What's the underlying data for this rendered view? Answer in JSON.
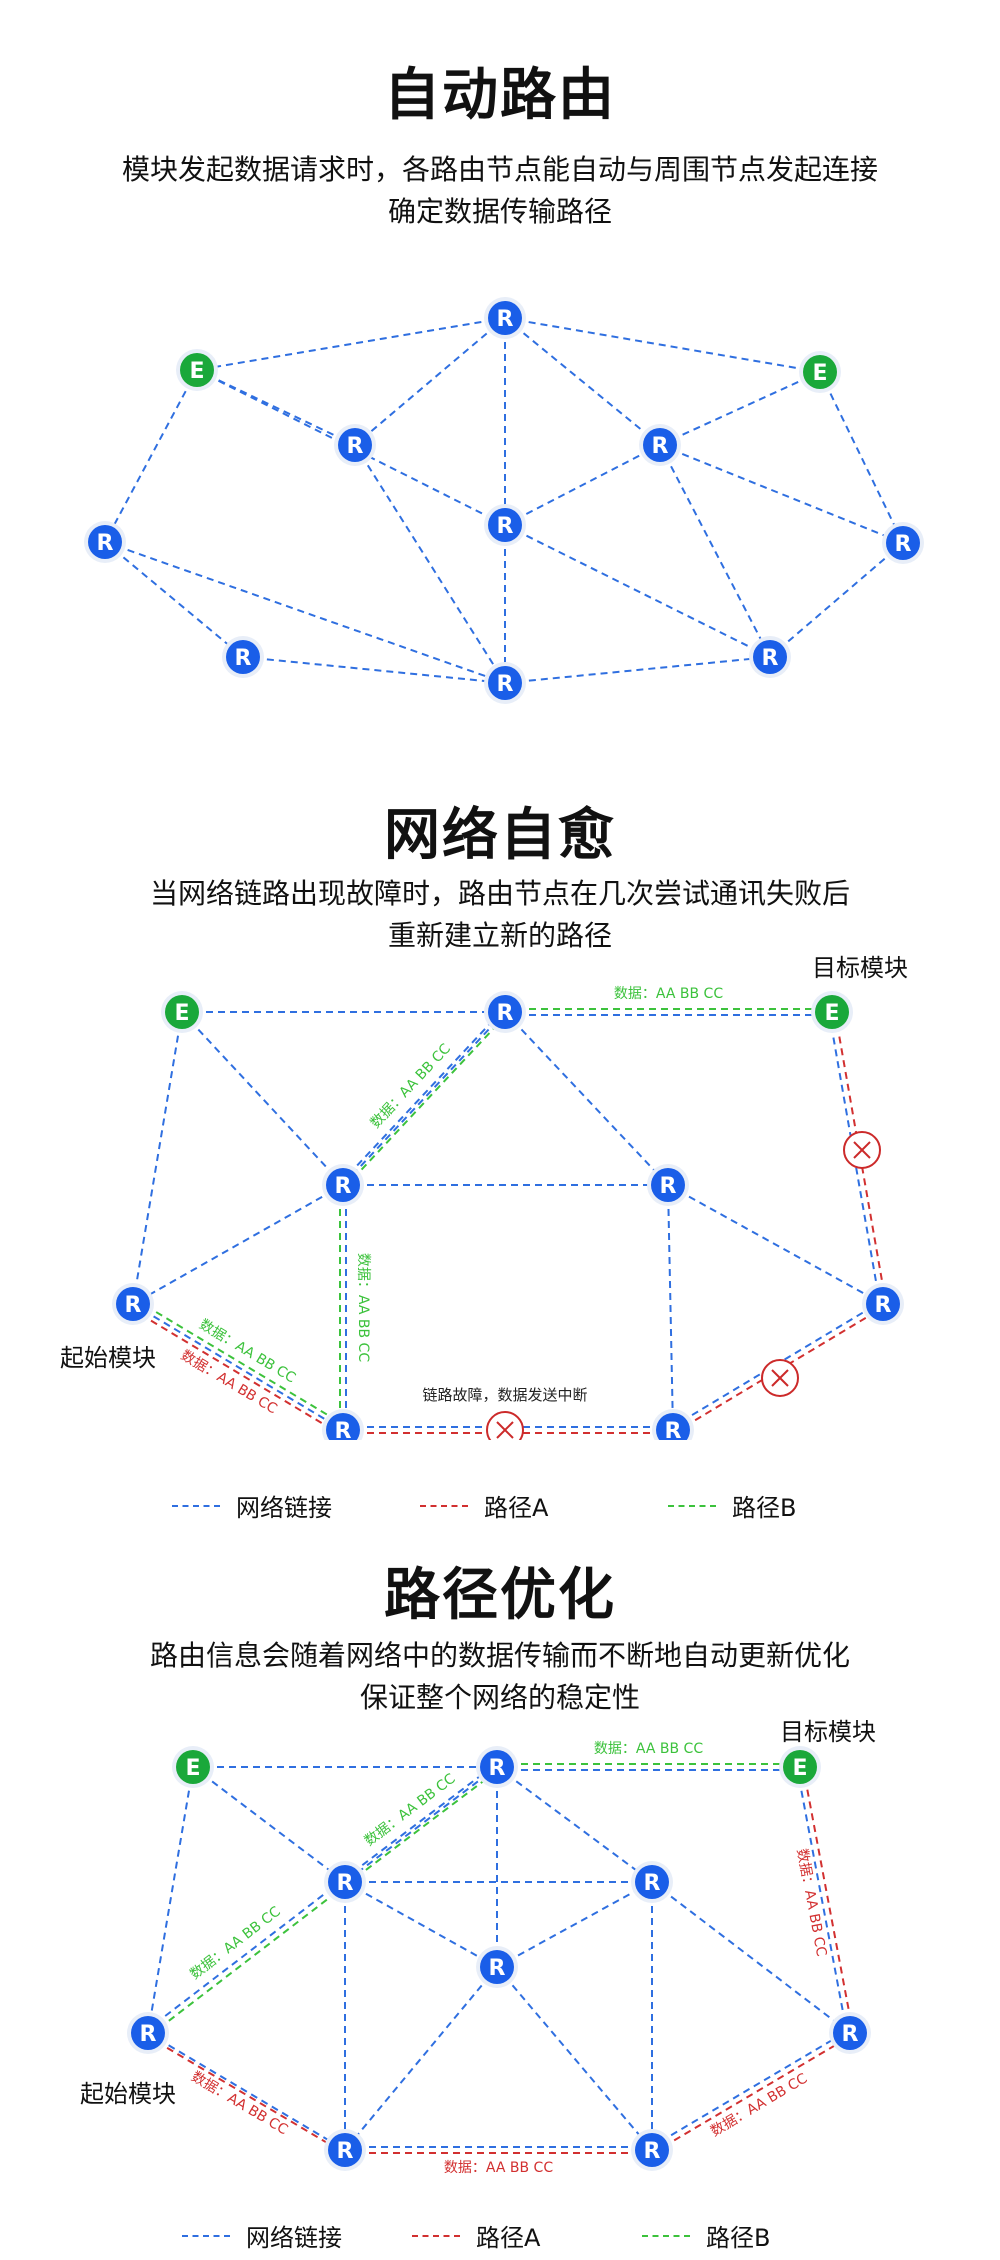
{
  "colors": {
    "link": "#2f6fe0",
    "path_a": "#d23030",
    "path_b": "#3cc23c",
    "node_r": "#1a5ee8",
    "node_e": "#1aa83a",
    "fault": "#cc2a2a"
  },
  "section1": {
    "title": "自动路由",
    "desc_line1": "模块发起数据请求时，各路由节点能自动与周围节点发起连接",
    "desc_line2": "确定数据传输路径"
  },
  "section2": {
    "title": "网络自愈",
    "desc_line1": "当网络链路出现故障时，路由节点在几次尝试通讯失败后",
    "desc_line2": "重新建立新的路径",
    "target_label": "目标模块",
    "start_label": "起始模块",
    "fault_text": "链路故障，数据发送中断"
  },
  "section3": {
    "title": "路径优化",
    "desc_line1": "路由信息会随着网络中的数据传输而不断地自动更新优化",
    "desc_line2": "保证整个网络的稳定性",
    "target_label": "目标模块",
    "start_label": "起始模块"
  },
  "data_label": "数据：AA BB CC",
  "legend": {
    "link": "网络链接",
    "path_a": "路径A",
    "path_b": "路径B"
  },
  "node_letters": {
    "router": "R",
    "end": "E"
  }
}
